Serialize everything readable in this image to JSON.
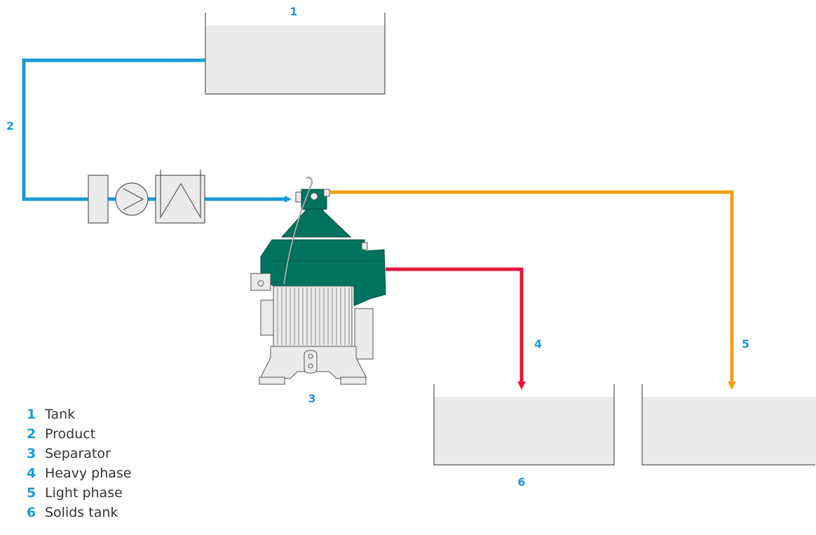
{
  "colors": {
    "accent_blue": "#1a9ad6",
    "heavy_red": "#e2163f",
    "light_orange": "#f0a116",
    "machine_green": "#007360",
    "tank_fill": "#ebebeb",
    "outline": "#555555"
  },
  "icons": [
    "pump-icon",
    "filter-icon",
    "strainer-icon",
    "separator-icon",
    "arrow-icon"
  ],
  "numbers": {
    "tank": "1",
    "product": "2",
    "separator": "3",
    "heavy_phase": "4",
    "light_phase": "5",
    "solids_tank": "6"
  },
  "legend": [
    {
      "num": "1",
      "label": "Tank"
    },
    {
      "num": "2",
      "label": "Product"
    },
    {
      "num": "3",
      "label": "Separator"
    },
    {
      "num": "4",
      "label": "Heavy phase"
    },
    {
      "num": "5",
      "label": "Light phase"
    },
    {
      "num": "6",
      "label": "Solids tank"
    }
  ]
}
